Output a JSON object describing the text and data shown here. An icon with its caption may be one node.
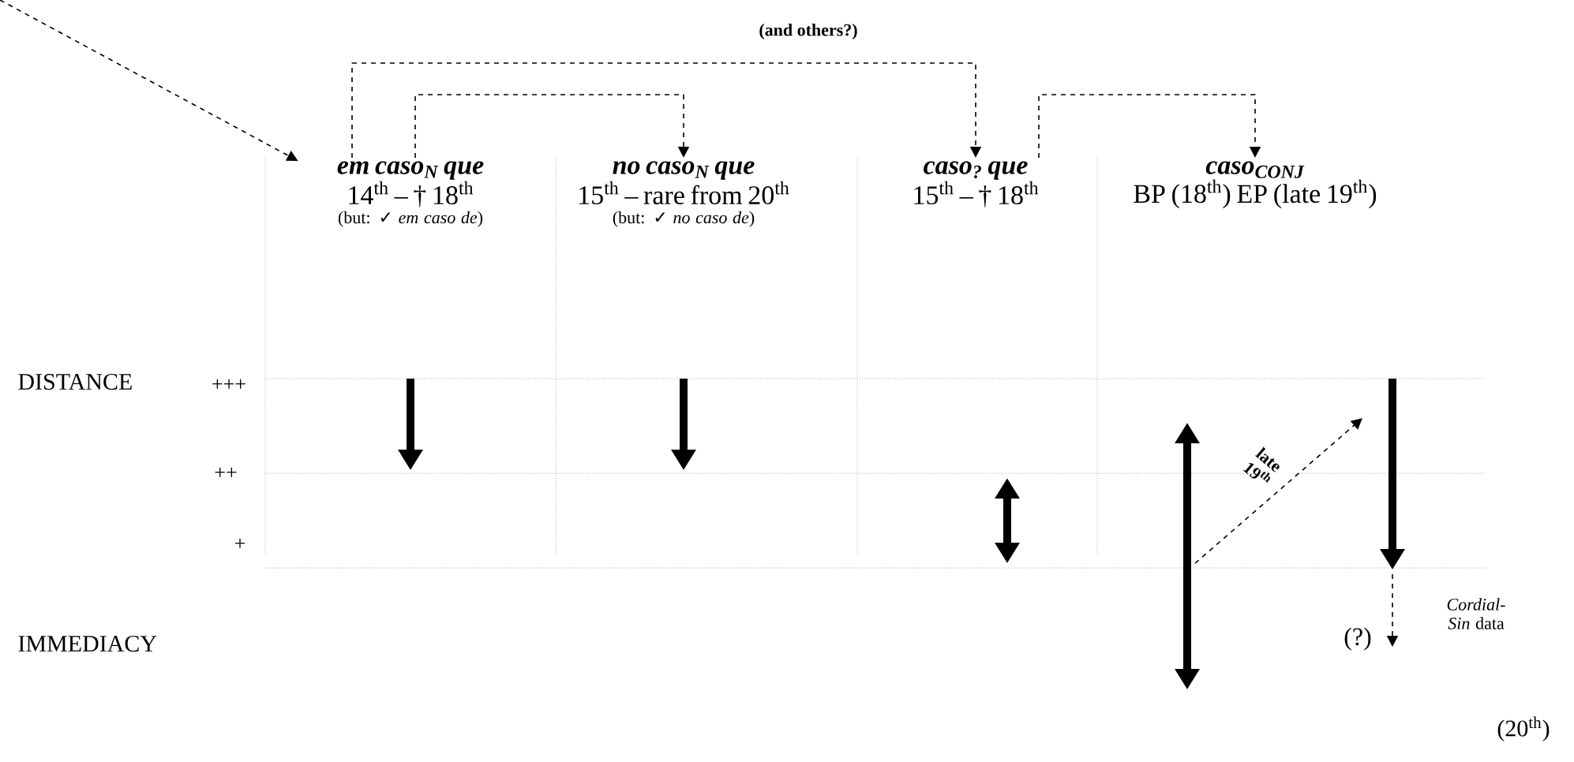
{
  "diagram": {
    "nodes": [
      {
        "text": [
          "em caso$_{N}$ que",
          "14$^{th}$ – † 18$^{th}$",
          "(but: ✓ *em caso de*)"
        ]
      },
      {
        "text": [
          "no caso$_{N}$ que",
          "15$^{th}$ – rare from 20$^{th}$",
          "(but: ✓ *no caso de*)"
        ]
      },
      {
        "text": [
          "caso$_{?}$ que",
          "15$^{th}$ – † 18$^{th}$"
        ]
      },
      {
        "text": [
          "caso$_{CONJ}$",
          "BP (18$^{th}$)   EP (late 19$^{th}$)"
        ]
      }
    ],
    "edges": [
      {
        "from": null,
        "to": 0,
        "arrow": "to",
        "style": "dashed"
      },
      {
        "from": 0,
        "to": 2,
        "arrow": "to",
        "style": "dashed"
      },
      {
        "from": 0,
        "to": 1,
        "arrow": "to",
        "style": "dashed"
      },
      {
        "from": 2,
        "to": 3,
        "arrow": "to",
        "style": "dashed"
      }
    ],
    "labels": [
      "(and others?)",
      "DISTANCE",
      "+++",
      "++",
      "+",
      "late 19$^{th}$",
      "IMMEDIACY",
      "(?)",
      "*Cordial-Sin* data",
      "(20$^{th}$)"
    ]
  }
}
